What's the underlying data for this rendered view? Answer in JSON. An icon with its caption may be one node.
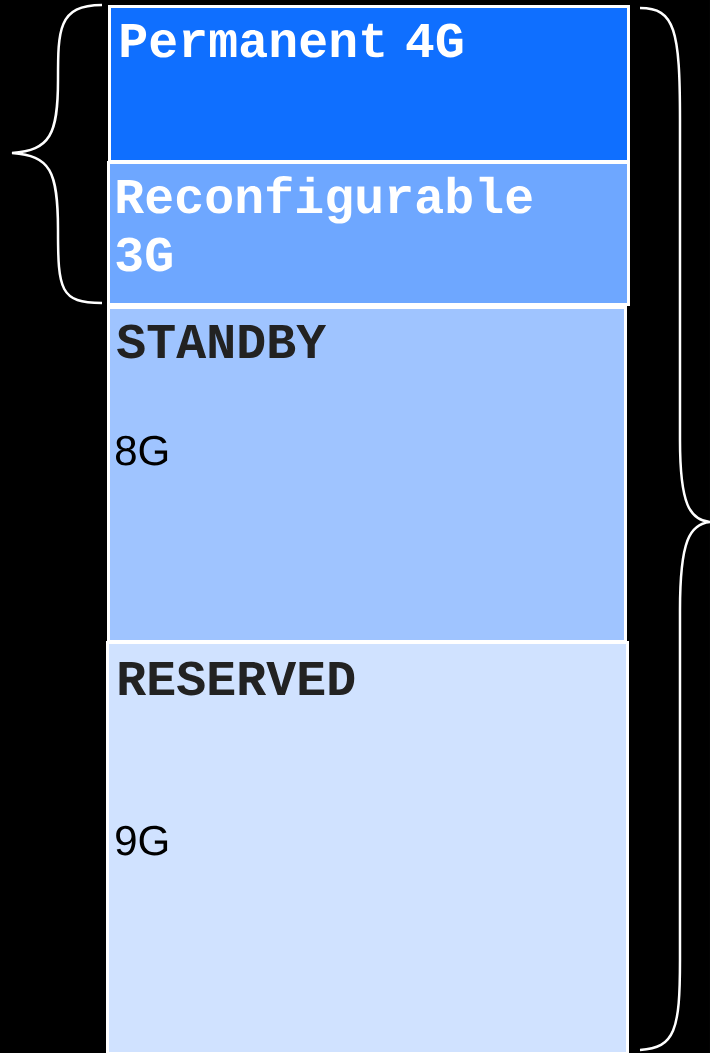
{
  "diagram": {
    "nodes": [
      {
        "text": [
          "Permanent 4G"
        ]
      },
      {
        "text": [
          "Reconfigurable 3G"
        ]
      },
      {
        "text": [
          "STANDBY",
          "8G"
        ]
      },
      {
        "text": [
          "RESERVED",
          "9G"
        ]
      }
    ]
  }
}
